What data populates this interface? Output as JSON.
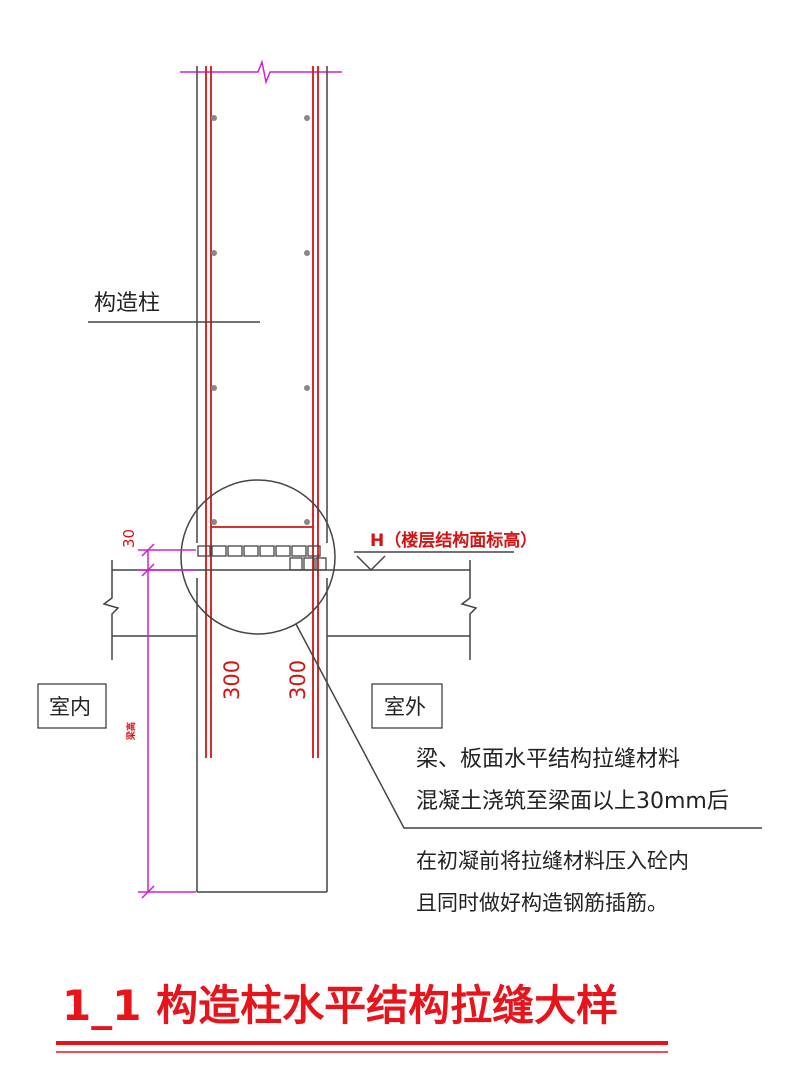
{
  "drawing": {
    "column_label": "构造柱",
    "elevation_label": "H（楼层结构面标高）",
    "dim_30": "30",
    "dim_height": "梁高",
    "dim_300_left": "300",
    "dim_300_right": "300",
    "indoor_label": "室内",
    "outdoor_label": "室外",
    "note_line_1": "梁、板面水平结构拉缝材料",
    "note_line_2": "混凝土浇筑至梁面以上30mm后",
    "note_line_3": "在初凝前将拉缝材料压入砼内",
    "note_line_4": "且同时做好构造钢筋插筋。"
  },
  "title": {
    "text": "1_1 构造柱水平结构拉缝大样"
  },
  "colors": {
    "rebar": "#d41414",
    "dimension": "#d020d0",
    "outline": "#444444",
    "title": "#e8141c"
  }
}
